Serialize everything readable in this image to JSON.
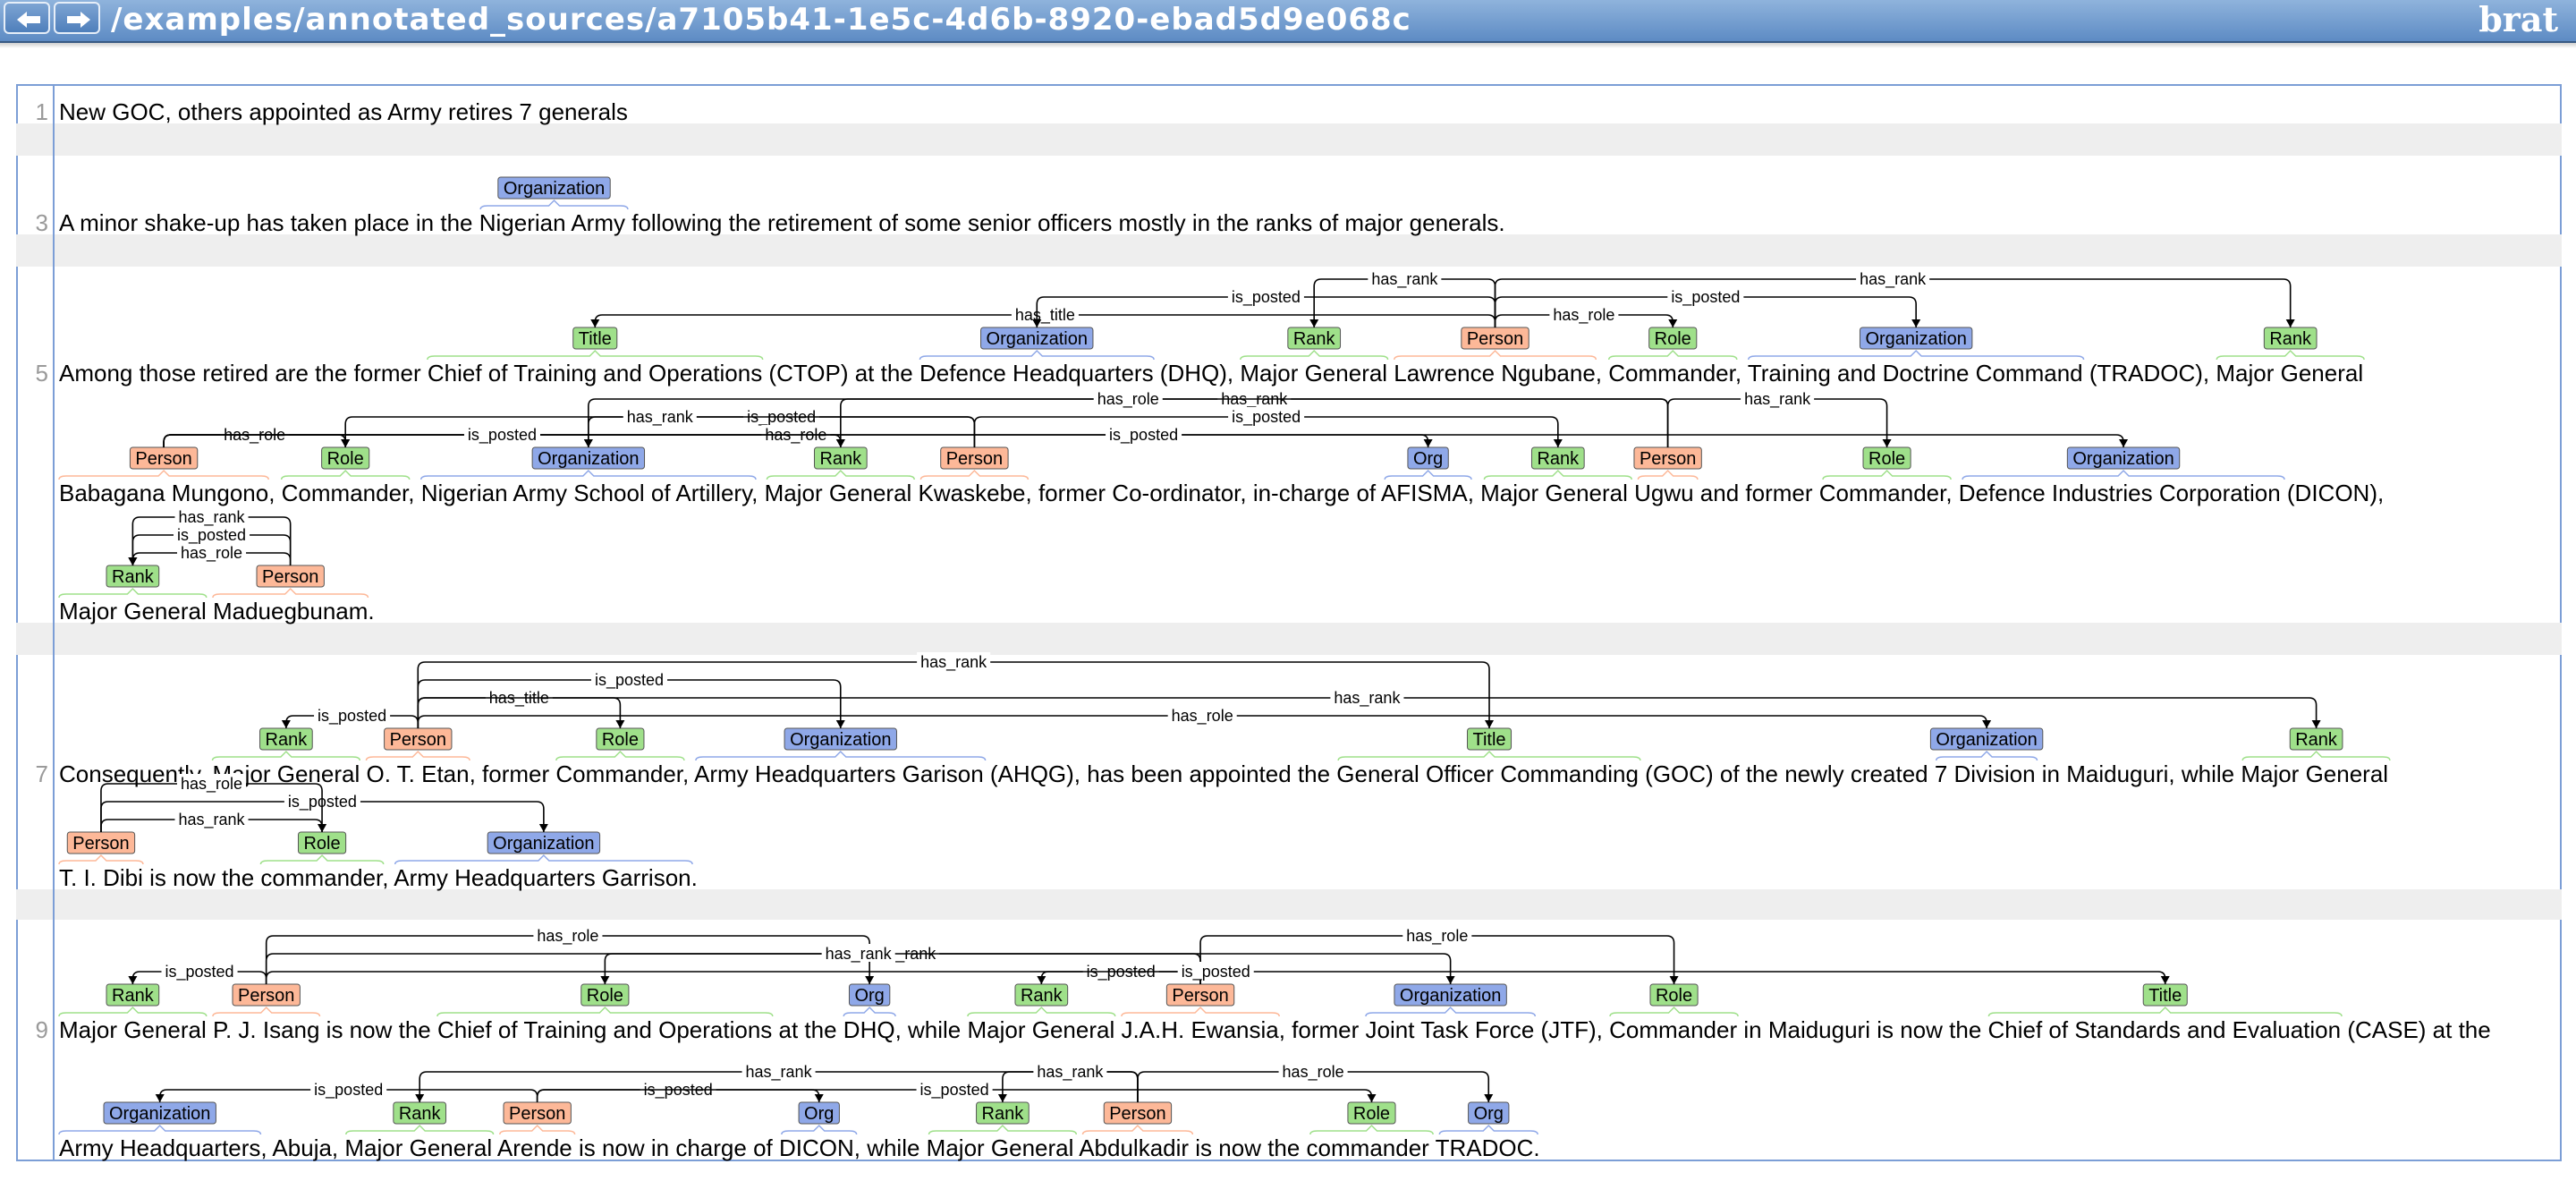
{
  "header": {
    "path": "/examples/annotated_sources/a7105b41-1e5c-4d6b-8920-ebad5d9e068c",
    "logo": "brat",
    "back_icon": "arrow-left-icon",
    "forward_icon": "arrow-right-icon"
  },
  "colors": {
    "Organization": "#8fa8e8",
    "Org": "#8fa8e8",
    "Person": "#fdb898",
    "Rank": "#9fe08a",
    "Role": "#9fe08a",
    "Title": "#9fe08a",
    "line_number": "#9a9a9a",
    "stripe": "#eeeeee"
  },
  "sentences": [
    {
      "num": "1",
      "rows": [
        {
          "text": "New GOC, others appointed as Army retires 7 generals"
        }
      ]
    },
    {
      "num": "3",
      "rows": [
        {
          "text": "A minor shake-up has taken place in the Nigerian Army following the retirement of some senior officers mostly in the ranks of major generals.",
          "spans": [
            {
              "label": "Organization",
              "text": "Nigerian Army"
            }
          ]
        }
      ]
    },
    {
      "num": "5",
      "rows": [
        {
          "text": "Among those retired are the former Chief of Training and Operations (CTOP) at the Defence Headquarters (DHQ), Major General Lawrence Ngubane, Commander, Training and Doctrine Command (TRADOC), Major General",
          "spans": [
            {
              "label": "Title",
              "text": "Chief of Training and Operations"
            },
            {
              "label": "Organization",
              "text": "Defence Headquarters"
            },
            {
              "label": "Rank",
              "text": "Major General"
            },
            {
              "label": "Person",
              "text": "Lawrence Ngubane"
            },
            {
              "label": "Role",
              "text": "Commander"
            },
            {
              "label": "Organization",
              "text": "Training and Doctrine Command"
            },
            {
              "label": "Rank",
              "text": "Major General"
            }
          ],
          "arcs": [
            "has_title",
            "is_posted",
            "has_rank",
            "has_role",
            "is_posted",
            "has_rank"
          ]
        },
        {
          "text": "Babagana Mungono, Commander, Nigerian Army School of Artillery, Major General Kwaskebe, former Co-ordinator, in-charge of AFISMA, Major General Ugwu and former Commander, Defence Industries Corporation (DICON),",
          "spans": [
            {
              "label": "Person",
              "text": "Babagana Mungono"
            },
            {
              "label": "Role",
              "text": "Commander"
            },
            {
              "label": "Organization",
              "text": "Nigerian Army School of Artillery"
            },
            {
              "label": "Rank",
              "text": "Major General"
            },
            {
              "label": "Person",
              "text": "Kwaskebe"
            },
            {
              "label": "Org",
              "text": "AFISMA"
            },
            {
              "label": "Rank",
              "text": "Major General"
            },
            {
              "label": "Person",
              "text": "Ugwu"
            },
            {
              "label": "Role",
              "text": "Commander"
            },
            {
              "label": "Organization",
              "text": "Defence Industries Corporation"
            }
          ],
          "arcs": [
            "has_role",
            "is_posted",
            "has_rank",
            "has_role",
            "is_posted",
            "has_rank",
            "is_posted",
            "has_rank",
            "has_role",
            "is_posted"
          ]
        },
        {
          "text": "Major General Maduegbunam.",
          "spans": [
            {
              "label": "Rank",
              "text": "Major General"
            },
            {
              "label": "Person",
              "text": "Maduegbunam"
            }
          ],
          "arcs": [
            "has_role",
            "is_posted",
            "has_rank"
          ]
        }
      ]
    },
    {
      "num": "7",
      "rows": [
        {
          "text": "Consequently, Major General O. T. Etan, former Commander, Army Headquarters Garison (AHQG), has been appointed the General Officer Commanding (GOC) of the newly created 7 Division in Maiduguri, while Major General",
          "spans": [
            {
              "label": "Rank",
              "text": "Major General"
            },
            {
              "label": "Person",
              "text": "O. T. Etan"
            },
            {
              "label": "Role",
              "text": "Commander"
            },
            {
              "label": "Organization",
              "text": "Army Headquarters Garison"
            },
            {
              "label": "Title",
              "text": "General Officer Commanding"
            },
            {
              "label": "Organization",
              "text": "7 Division"
            },
            {
              "label": "Rank",
              "text": "Major General"
            }
          ],
          "arcs": [
            "is_posted",
            "has_title",
            "is_posted",
            "has_rank",
            "has_role",
            "has_rank"
          ]
        },
        {
          "text": "T. I. Dibi is now the commander, Army Headquarters Garrison.",
          "spans": [
            {
              "label": "Person",
              "text": "T. I. Dibi"
            },
            {
              "label": "Role",
              "text": "commander"
            },
            {
              "label": "Organization",
              "text": "Army Headquarters Garrison"
            }
          ],
          "arcs": [
            "has_rank",
            "is_posted",
            "has_role"
          ]
        }
      ]
    },
    {
      "num": "9",
      "rows": [
        {
          "text": "Major General P. J. Isang is now the Chief of Training and Operations at the DHQ, while Major General J.A.H. Ewansia, former Joint Task Force (JTF), Commander in Maiduguri is now the Chief of Standards and Evaluation (CASE) at the",
          "spans": [
            {
              "label": "Rank",
              "text": "Major General"
            },
            {
              "label": "Person",
              "text": "P. J. Isang"
            },
            {
              "label": "Role",
              "text": "Chief of Training and Operations"
            },
            {
              "label": "Org",
              "text": "DHQ"
            },
            {
              "label": "Rank",
              "text": "Major General"
            },
            {
              "label": "Person",
              "text": "J.A.H. Ewansia"
            },
            {
              "label": "Organization",
              "text": "Joint Task Force"
            },
            {
              "label": "Role",
              "text": "Commander"
            },
            {
              "label": "Title",
              "text": "Chief of Standards and Evaluation"
            }
          ],
          "arcs": [
            "is_posted",
            "has_rank",
            "has_role",
            "is_posted",
            "has_rank",
            "has_role",
            "is_posted"
          ]
        },
        {
          "text": "Army Headquarters, Abuja, Major General Arende is now in charge of DICON, while Major General Abdulkadir is now the commander TRADOC.",
          "spans": [
            {
              "label": "Organization",
              "text": "Army Headquarters"
            },
            {
              "label": "Rank",
              "text": "Major General"
            },
            {
              "label": "Person",
              "text": "Arende"
            },
            {
              "label": "Org",
              "text": "DICON"
            },
            {
              "label": "Rank",
              "text": "Major General"
            },
            {
              "label": "Person",
              "text": "Abdulkadir"
            },
            {
              "label": "Role",
              "text": "commander"
            },
            {
              "label": "Org",
              "text": "TRADOC"
            }
          ],
          "arcs": [
            "is_posted",
            "has_rank",
            "is_posted",
            "has_rank",
            "is_posted",
            "has_role"
          ]
        }
      ]
    }
  ]
}
